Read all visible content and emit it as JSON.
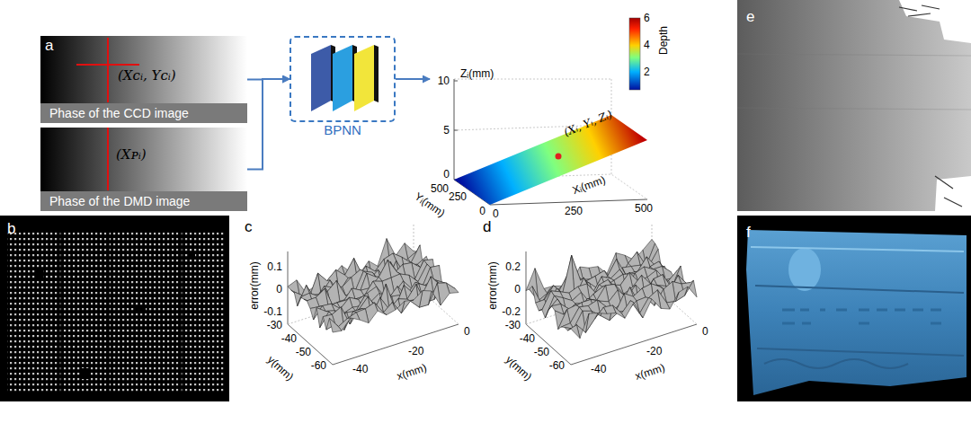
{
  "diagram": {
    "nodes": [
      {
        "text": [
          "(Xᴄᵢ, Yᴄᵢ)",
          "Phase of the CCD image"
        ]
      },
      {
        "text": [
          "(Xᴘᵢ)",
          "Phase of the DMD image"
        ]
      },
      {
        "text": [
          "BPNN"
        ]
      },
      {
        "text": [
          "(Xᵢ, Yᵢ, Zᵢ)"
        ]
      }
    ],
    "edges": [
      {
        "from": 0,
        "to": 2,
        "arrow": "to"
      },
      {
        "from": 1,
        "to": 2,
        "arrow": "to"
      },
      {
        "from": 2,
        "to": 3,
        "arrow": "to"
      }
    ],
    "labels": [
      "a",
      "10",
      "5",
      "0",
      "Zᵢ(mm)",
      "500",
      "250",
      "0",
      "Yᵢ(mm)",
      "0",
      "250",
      "500",
      "Xᵢ(mm)",
      "Depth",
      "6",
      "4",
      "2",
      "e",
      "b",
      "c",
      "0.1",
      "0",
      "-0.1",
      "error(mm)",
      "-30",
      "-40",
      "-50",
      "-60",
      "y(mm)",
      "-40",
      "-20",
      "0",
      "x(mm)",
      "d",
      "0.2",
      "0",
      "-0.2",
      "error(mm)",
      "-30",
      "-40",
      "-50",
      "-60",
      "y(mm)",
      "-40",
      "-20",
      "0",
      "x(mm)",
      "f"
    ]
  }
}
